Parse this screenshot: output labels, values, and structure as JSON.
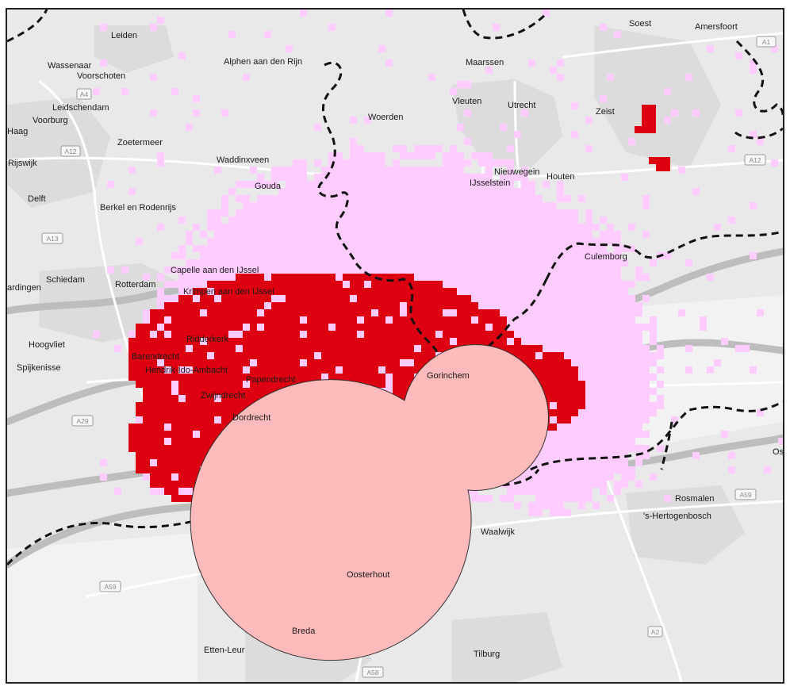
{
  "colors": {
    "base_land": "#e9e9e9",
    "land_dark": "#dcdcdc",
    "land_light": "#f2f2f2",
    "water": "#bdbdbd",
    "road": "#ffffff",
    "pink": "#ffccff",
    "red": "#dd0011",
    "circle_fill": "#ffbbbb",
    "circle_stroke": "#333333",
    "border": "#111111"
  },
  "cities": [
    {
      "id": "leiden",
      "name": "Leiden"
    },
    {
      "id": "wassenaar",
      "name": "Wassenaar"
    },
    {
      "id": "voorschoten",
      "name": "Voorschoten"
    },
    {
      "id": "leidschendam",
      "name": "Leidschendam"
    },
    {
      "id": "voorburg",
      "name": "Voorburg"
    },
    {
      "id": "haag",
      "name": "Haag"
    },
    {
      "id": "zoetermeer",
      "name": "Zoetermeer"
    },
    {
      "id": "rijswijk",
      "name": "Rijswijk"
    },
    {
      "id": "delft",
      "name": "Delft"
    },
    {
      "id": "berkel",
      "name": "Berkel en Rodenrijs"
    },
    {
      "id": "alphen",
      "name": "Alphen aan den Rijn"
    },
    {
      "id": "waddinxveen",
      "name": "Waddinxveen"
    },
    {
      "id": "gouda",
      "name": "Gouda"
    },
    {
      "id": "woerden",
      "name": "Woerden"
    },
    {
      "id": "maarssen",
      "name": "Maarssen"
    },
    {
      "id": "vleuten",
      "name": "Vleuten"
    },
    {
      "id": "utrecht",
      "name": "Utrecht"
    },
    {
      "id": "zeist",
      "name": "Zeist"
    },
    {
      "id": "soest",
      "name": "Soest"
    },
    {
      "id": "amersfoort",
      "name": "Amersfoort"
    },
    {
      "id": "nieuwegein",
      "name": "Nieuwegein"
    },
    {
      "id": "houten",
      "name": "Houten"
    },
    {
      "id": "ijsselstein",
      "name": "IJsselstein"
    },
    {
      "id": "culemborg",
      "name": "Culemborg"
    },
    {
      "id": "schiedam",
      "name": "Schiedam"
    },
    {
      "id": "vlaardingen",
      "name": "ardingen"
    },
    {
      "id": "rotterdam",
      "name": "Rotterdam"
    },
    {
      "id": "capelle",
      "name": "Capelle aan den IJssel"
    },
    {
      "id": "krimpen",
      "name": "Krimpen aan den IJssel"
    },
    {
      "id": "ridderkerk",
      "name": "Ridderkerk"
    },
    {
      "id": "hoogvliet",
      "name": "Hoogvliet"
    },
    {
      "id": "spijkenisse",
      "name": "Spijkenisse"
    },
    {
      "id": "barendrecht",
      "name": "Barendrecht"
    },
    {
      "id": "hia",
      "name": "Hendrik-Ido-Ambacht"
    },
    {
      "id": "papendrecht",
      "name": "Papendrecht"
    },
    {
      "id": "zwijndrecht",
      "name": "Zwijndrecht"
    },
    {
      "id": "dordrecht",
      "name": "Dordrecht"
    },
    {
      "id": "gorinchem",
      "name": "Gorinchem"
    },
    {
      "id": "waalwijk",
      "name": "Waalwijk"
    },
    {
      "id": "oosterhout",
      "name": "Oosterhout"
    },
    {
      "id": "breda",
      "name": "Breda"
    },
    {
      "id": "ettenleur",
      "name": "Etten-Leur"
    },
    {
      "id": "tilburg",
      "name": "Tilburg"
    },
    {
      "id": "rosmalen",
      "name": "Rosmalen"
    },
    {
      "id": "hertogenbosch",
      "name": "'s-Hertogenbosch"
    },
    {
      "id": "os",
      "name": "Os"
    }
  ],
  "roads": [
    {
      "id": "a1",
      "label": "A1"
    },
    {
      "id": "a4",
      "label": "A4"
    },
    {
      "id": "a12w",
      "label": "A12"
    },
    {
      "id": "a12e",
      "label": "A12"
    },
    {
      "id": "a13",
      "label": "A13"
    },
    {
      "id": "a29",
      "label": "A29"
    },
    {
      "id": "a59w",
      "label": "A59"
    },
    {
      "id": "a59e",
      "label": "A59"
    },
    {
      "id": "a2",
      "label": "A2"
    },
    {
      "id": "a58",
      "label": "A58"
    }
  ]
}
